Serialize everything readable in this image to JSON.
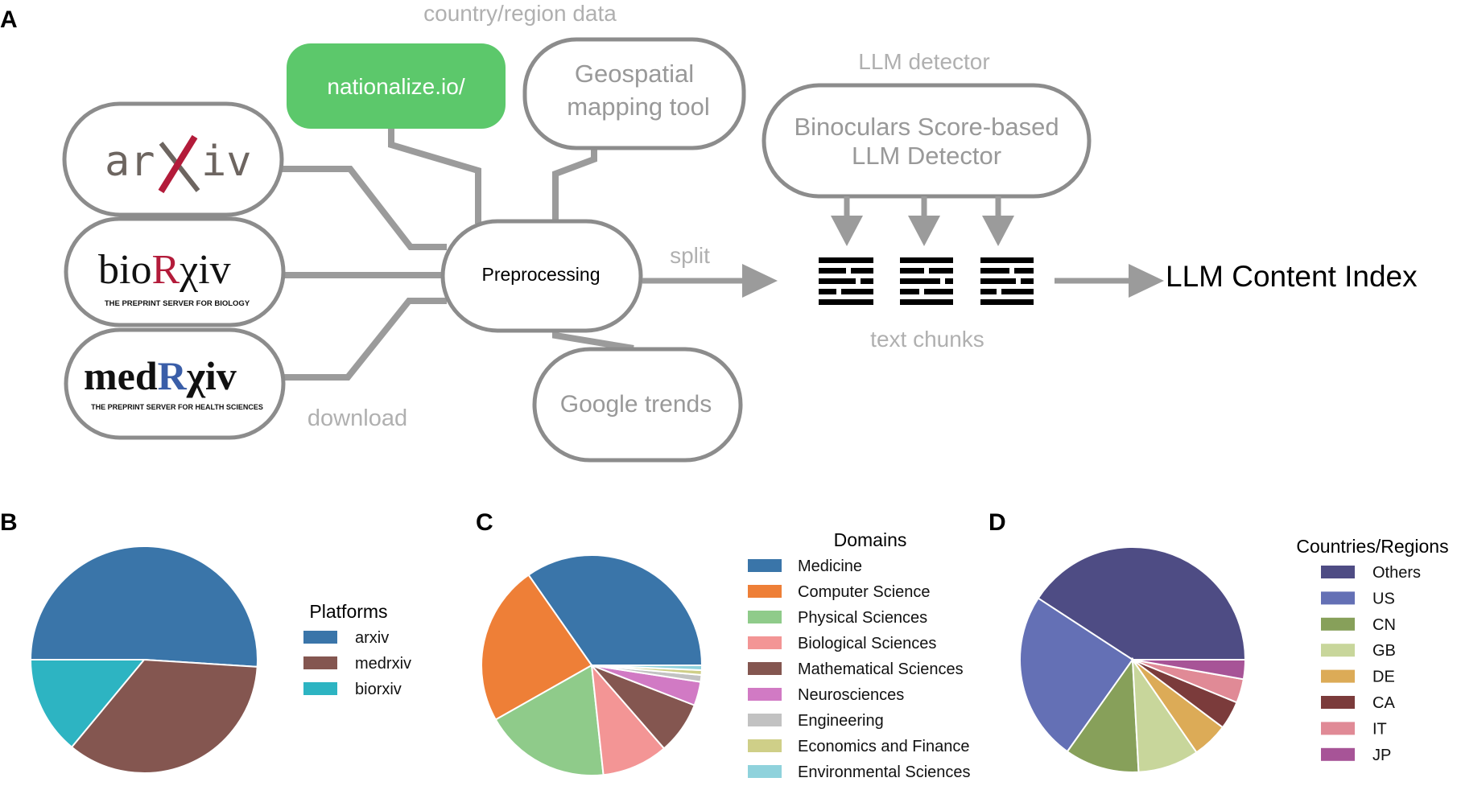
{
  "panels": {
    "a": "A",
    "b": "B",
    "c": "C",
    "d": "D"
  },
  "pipeline": {
    "country_region_label": "country/region data",
    "nationalize_label": "nationalize.io/",
    "geospatial_line1": "Geospatial",
    "geospatial_line2": "mapping tool",
    "llm_detector_label": "LLM detector",
    "detector_line1": "Binoculars Score-based",
    "detector_line2": "LLM Detector",
    "arxiv_logo": "arXiv",
    "biorxiv_logo": "bioRχiv",
    "biorxiv_tagline": "THE PREPRINT SERVER FOR BIOLOGY",
    "medrxiv_logo": "medRχiv",
    "medrxiv_tagline": "THE PREPRINT SERVER FOR HEALTH SCIENCES",
    "preprocessing_label": "Preprocessing",
    "split_label": "split",
    "download_label": "download",
    "google_trends_label": "Google trends",
    "text_chunks_label": "text chunks",
    "llm_content_index_label": "LLM Content Index",
    "accent_green": "#5cc86b"
  },
  "chart_data": [
    {
      "type": "pie",
      "panel": "B",
      "legend_title": "Platforms",
      "labels": [
        "arxiv",
        "medrxiv",
        "biorxiv"
      ],
      "values": [
        51,
        35,
        14
      ],
      "colors": [
        "#3a75a9",
        "#845650",
        "#2db4c2"
      ],
      "legend_position": "right"
    },
    {
      "type": "pie",
      "panel": "C",
      "legend_title": "Domains",
      "labels": [
        "Medicine",
        "Computer Science",
        "Physical Sciences",
        "Biological Sciences",
        "Mathematical Sciences",
        "Neurosciences",
        "Engineering",
        "Economics and Finance",
        "Environmental Sciences"
      ],
      "values": [
        34.7,
        23.5,
        18.5,
        9.7,
        7.7,
        3.5,
        1.0,
        0.7,
        0.7
      ],
      "colors": [
        "#3a75a9",
        "#ee7f37",
        "#8fcb8a",
        "#f39595",
        "#845650",
        "#d17ac4",
        "#c2c2c2",
        "#cfcf88",
        "#8fd2dc"
      ],
      "legend_position": "right"
    },
    {
      "type": "pie",
      "panel": "D",
      "legend_title": "Countries/Regions",
      "labels": [
        "Others",
        "US",
        "CN",
        "GB",
        "DE",
        "CA",
        "IT",
        "JP"
      ],
      "values": [
        38.2,
        22.8,
        10.0,
        8.2,
        4.8,
        3.8,
        3.2,
        2.6
      ],
      "colors": [
        "#4e4c84",
        "#6470b5",
        "#87a05a",
        "#c8d69b",
        "#dcab57",
        "#7b3b3b",
        "#e08a96",
        "#a75497"
      ],
      "legend_position": "right"
    }
  ]
}
